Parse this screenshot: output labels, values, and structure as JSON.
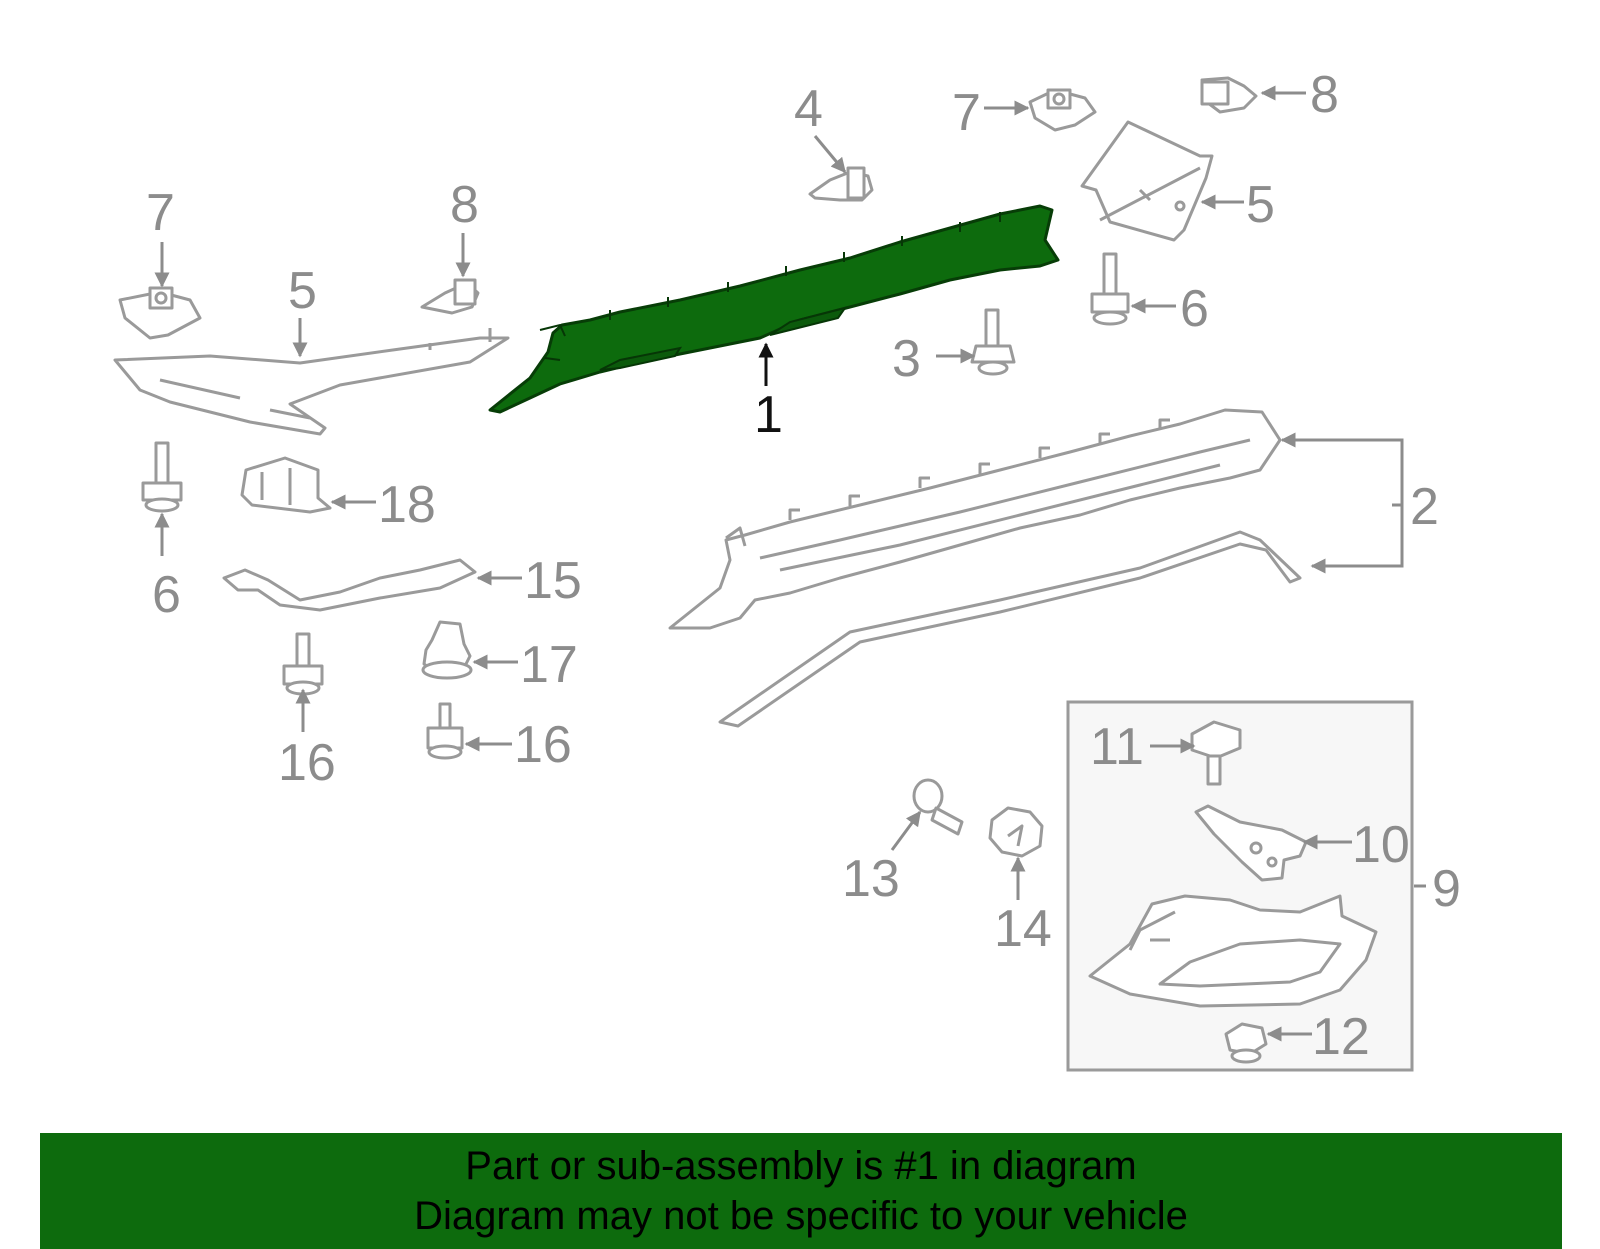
{
  "diagram": {
    "highlight_color": "#0d6b0d",
    "part_color": "#9a9a9a",
    "callouts": [
      {
        "id": "c7a",
        "label": "7"
      },
      {
        "id": "c8a",
        "label": "8"
      },
      {
        "id": "c5a",
        "label": "5"
      },
      {
        "id": "c6a",
        "label": "6"
      },
      {
        "id": "c18",
        "label": "18"
      },
      {
        "id": "c15",
        "label": "15"
      },
      {
        "id": "c17",
        "label": "17"
      },
      {
        "id": "c16a",
        "label": "16"
      },
      {
        "id": "c16b",
        "label": "16"
      },
      {
        "id": "c4",
        "label": "4"
      },
      {
        "id": "c1",
        "label": "1"
      },
      {
        "id": "c3",
        "label": "3"
      },
      {
        "id": "c7b",
        "label": "7"
      },
      {
        "id": "c8b",
        "label": "8"
      },
      {
        "id": "c5b",
        "label": "5"
      },
      {
        "id": "c6b",
        "label": "6"
      },
      {
        "id": "c2",
        "label": "2"
      },
      {
        "id": "c11",
        "label": "11"
      },
      {
        "id": "c10",
        "label": "10"
      },
      {
        "id": "c9",
        "label": "9"
      },
      {
        "id": "c12",
        "label": "12"
      },
      {
        "id": "c13",
        "label": "13"
      },
      {
        "id": "c14",
        "label": "14"
      }
    ]
  },
  "banner": {
    "line1": "Part or sub-assembly is #1 in diagram",
    "line2": "Diagram may not be specific to your vehicle",
    "background_color": "#0d6b0d"
  }
}
